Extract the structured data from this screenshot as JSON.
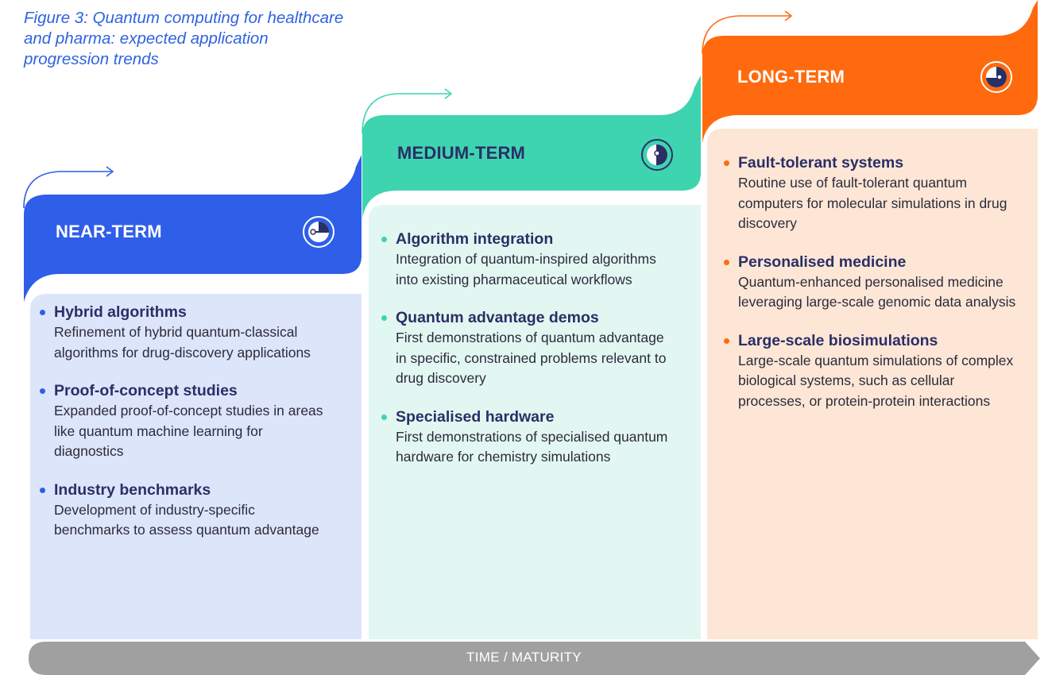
{
  "figure_title": "Figure 3: Quantum computing for healthcare and pharma: expected application progression trends",
  "columns": [
    {
      "title": "NEAR-TERM",
      "icon": "quarter-clock-icon",
      "color": "#2f5ee8",
      "panel_color": "#dde5fb",
      "bullet_color": "#2f5ee8",
      "items": [
        {
          "heading": "Hybrid algorithms",
          "description": "Refinement of hybrid quantum-classical algorithms for drug-discovery applications"
        },
        {
          "heading": "Proof-of-concept studies",
          "description": "Expanded proof-of-concept studies in areas like quantum machine learning for diagnostics"
        },
        {
          "heading": "Industry benchmarks",
          "description": "Development of industry-specific benchmarks to assess quantum advantage"
        }
      ]
    },
    {
      "title": "MEDIUM-TERM",
      "icon": "half-clock-icon",
      "color": "#3ed4b0",
      "panel_color": "#e3f7f2",
      "bullet_color": "#3ed4b0",
      "items": [
        {
          "heading": "Algorithm integration",
          "description": "Integration of quantum-inspired algorithms into existing pharmaceutical workflows"
        },
        {
          "heading": "Quantum advantage demos",
          "description": "First demonstrations of quantum advantage in specific, constrained problems relevant to drug discovery"
        },
        {
          "heading": "Specialised hardware",
          "description": "First demonstrations of specialised quantum hardware for chemistry simulations"
        }
      ]
    },
    {
      "title": "LONG-TERM",
      "icon": "three-quarter-clock-icon",
      "color": "#ff6a0e",
      "panel_color": "#fde6d6",
      "bullet_color": "#ff6a0e",
      "items": [
        {
          "heading": "Fault-tolerant systems",
          "description": "Routine use of fault-tolerant quantum computers for molecular simulations in drug discovery"
        },
        {
          "heading": "Personalised medicine",
          "description": "Quantum-enhanced personalised medicine leveraging large-scale genomic data analysis"
        },
        {
          "heading": "Large-scale biosimulations",
          "description": "Large-scale quantum simulations of complex biological systems, such as cellular processes, or protein-protein interactions"
        }
      ]
    }
  ],
  "time_axis_label": "TIME / MATURITY",
  "axis_color": "#a0a0a0",
  "title_color": "#2f63e0",
  "text_color": "#2a2f66"
}
